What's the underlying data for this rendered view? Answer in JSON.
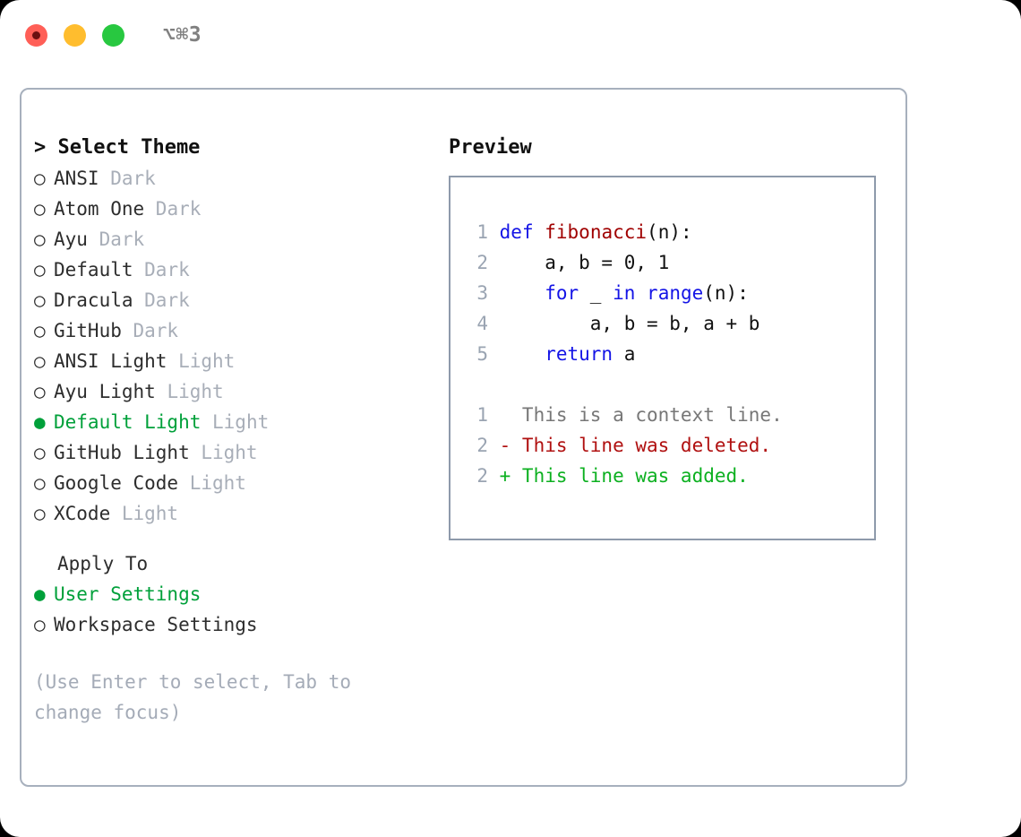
{
  "window": {
    "title": "⌥⌘3",
    "traffic_lights": [
      {
        "name": "close-dot",
        "color": "#ff5f57"
      },
      {
        "name": "minimize-dot",
        "color": "#ffbd2e"
      },
      {
        "name": "maximize-dot",
        "color": "#28c840"
      }
    ]
  },
  "theme_panel": {
    "header": "> Select Theme",
    "items": [
      {
        "marker": "○ ",
        "label": "ANSI",
        "category": " Dark",
        "selected": false
      },
      {
        "marker": "○ ",
        "label": "Atom One",
        "category": " Dark",
        "selected": false
      },
      {
        "marker": "○ ",
        "label": "Ayu",
        "category": " Dark",
        "selected": false
      },
      {
        "marker": "○ ",
        "label": "Default",
        "category": " Dark",
        "selected": false
      },
      {
        "marker": "○ ",
        "label": "Dracula",
        "category": " Dark",
        "selected": false
      },
      {
        "marker": "○ ",
        "label": "GitHub",
        "category": " Dark",
        "selected": false
      },
      {
        "marker": "○ ",
        "label": "ANSI Light",
        "category": " Light",
        "selected": false
      },
      {
        "marker": "○ ",
        "label": "Ayu Light",
        "category": " Light",
        "selected": false
      },
      {
        "marker": "● ",
        "label": "Default Light",
        "category": " Light",
        "selected": true
      },
      {
        "marker": "○ ",
        "label": "GitHub Light",
        "category": " Light",
        "selected": false
      },
      {
        "marker": "○ ",
        "label": "Google Code",
        "category": " Light",
        "selected": false
      },
      {
        "marker": "○ ",
        "label": "XCode",
        "category": " Light",
        "selected": false
      }
    ],
    "apply_to": {
      "label": "Apply To",
      "options": [
        {
          "marker": "● ",
          "label": "User Settings",
          "selected": true
        },
        {
          "marker": "○ ",
          "label": "Workspace Settings",
          "selected": false
        }
      ]
    },
    "hint_line1": "(Use Enter to select, Tab to",
    "hint_line2": "change focus)"
  },
  "preview": {
    "header": "Preview",
    "code_lines": [
      {
        "num": "1",
        "tokens": [
          {
            "t": " ",
            "k": "plain"
          },
          {
            "t": "def",
            "k": "kw"
          },
          {
            "t": " ",
            "k": "plain"
          },
          {
            "t": "fibonacci",
            "k": "fn"
          },
          {
            "t": "(n):",
            "k": "plain"
          }
        ]
      },
      {
        "num": "2",
        "tokens": [
          {
            "t": "     a, b = 0, 1",
            "k": "plain"
          }
        ]
      },
      {
        "num": "3",
        "tokens": [
          {
            "t": "     ",
            "k": "plain"
          },
          {
            "t": "for",
            "k": "kw"
          },
          {
            "t": " _ ",
            "k": "plain"
          },
          {
            "t": "in",
            "k": "kw"
          },
          {
            "t": " ",
            "k": "plain"
          },
          {
            "t": "range",
            "k": "kw"
          },
          {
            "t": "(n):",
            "k": "plain"
          }
        ]
      },
      {
        "num": "4",
        "tokens": [
          {
            "t": "         a, b = b, a + b",
            "k": "plain"
          }
        ]
      },
      {
        "num": "5",
        "tokens": [
          {
            "t": "     ",
            "k": "plain"
          },
          {
            "t": "return",
            "k": "kw"
          },
          {
            "t": " a",
            "k": "plain"
          }
        ]
      }
    ],
    "diff_lines": [
      {
        "num": "1",
        "tokens": [
          {
            "t": "   This is a context line.",
            "k": "diff-ctx"
          }
        ]
      },
      {
        "num": "2",
        "tokens": [
          {
            "t": " - This line was deleted.",
            "k": "diff-del"
          }
        ]
      },
      {
        "num": "2",
        "tokens": [
          {
            "t": " + This line was added.",
            "k": "diff-add"
          }
        ]
      }
    ]
  },
  "colors": {
    "accent_green": "#00a03a",
    "muted_gray": "#a8aeb8",
    "keyword_blue": "#1414e6",
    "function_red": "#a00000",
    "diff_add_green": "#0cb020",
    "diff_del_red": "#b01010",
    "panel_border": "#a7b0bd",
    "preview_border": "#8e9aab"
  }
}
